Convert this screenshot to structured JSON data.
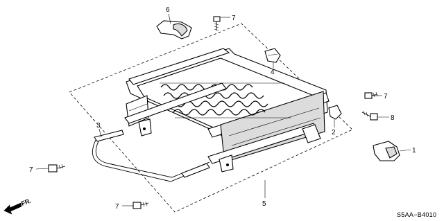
{
  "diagram": {
    "part_code": "S5AA−B4010",
    "direction_label": "FR.",
    "callouts": {
      "c1": "1",
      "c2": "2",
      "c3": "3",
      "c4": "4",
      "c5": "5",
      "c6": "6",
      "c7a": "7",
      "c7b": "7",
      "c7c": "7",
      "c7d": "7",
      "c8": "8"
    }
  }
}
